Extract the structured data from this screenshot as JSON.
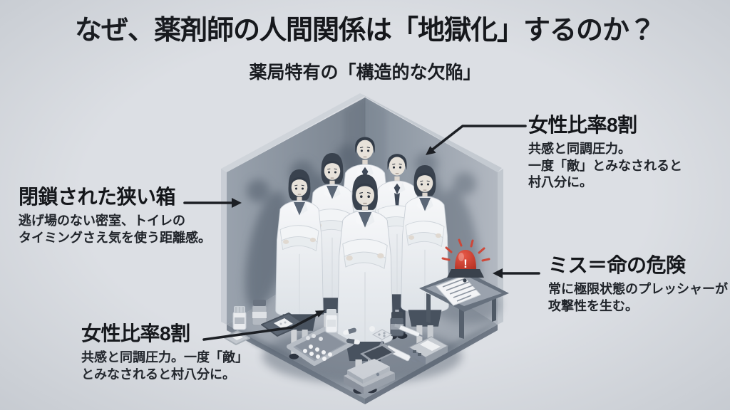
{
  "page": {
    "title": "なぜ、薬剤師の人間関係は「地獄化」するのか？",
    "subtitle": "薬局特有の「構造的な欠陥」"
  },
  "callouts": {
    "closed_box": {
      "heading": "閉鎖された狭い箱",
      "lines": [
        "逃げ場のない密室、トイレの",
        "タイミングさえ気を使う距離感。"
      ]
    },
    "female_top": {
      "heading": "女性比率8割",
      "lines": [
        "共感と同調圧力。",
        "一度「敵」とみなされると",
        "村八分に。"
      ]
    },
    "mistake": {
      "heading": "ミス＝命の危険",
      "lines": [
        "常に極限状態のプレッシャーが",
        "攻撃性を生む。"
      ]
    },
    "female_bottom": {
      "heading": "女性比率8割",
      "lines": [
        "共感と同調圧力。一度「敵」",
        "とみなされると村八分に。"
      ]
    }
  },
  "illustration": {
    "alarm_exclamation": "!"
  },
  "colors": {
    "background": "#dcdfe4",
    "text": "#15171b",
    "arrow": "#1c1f24",
    "alarm_red": "#c8392c",
    "wall_left": "#8b95a0",
    "wall_right": "#a9b0b9",
    "floor": "#99a1ab",
    "coat_white": "#f2f4f6",
    "hair_dark": "#39424e"
  }
}
